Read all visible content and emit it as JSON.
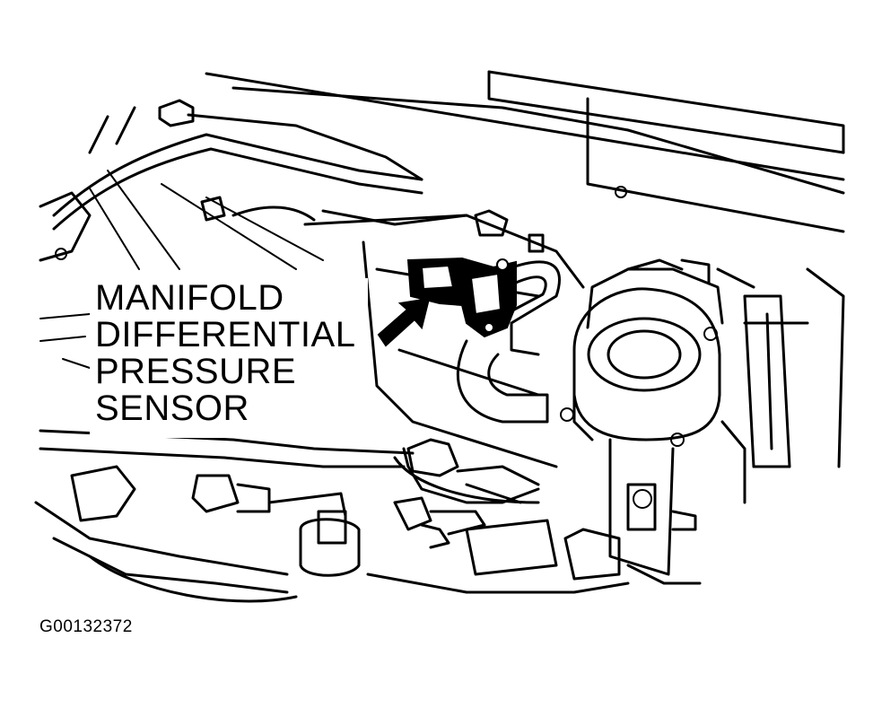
{
  "callout": {
    "lines": [
      "MANIFOLD",
      "DIFFERENTIAL",
      "PRESSURE",
      "SENSOR"
    ]
  },
  "figure_id": "G00132372",
  "pointer": "arrow-icon"
}
